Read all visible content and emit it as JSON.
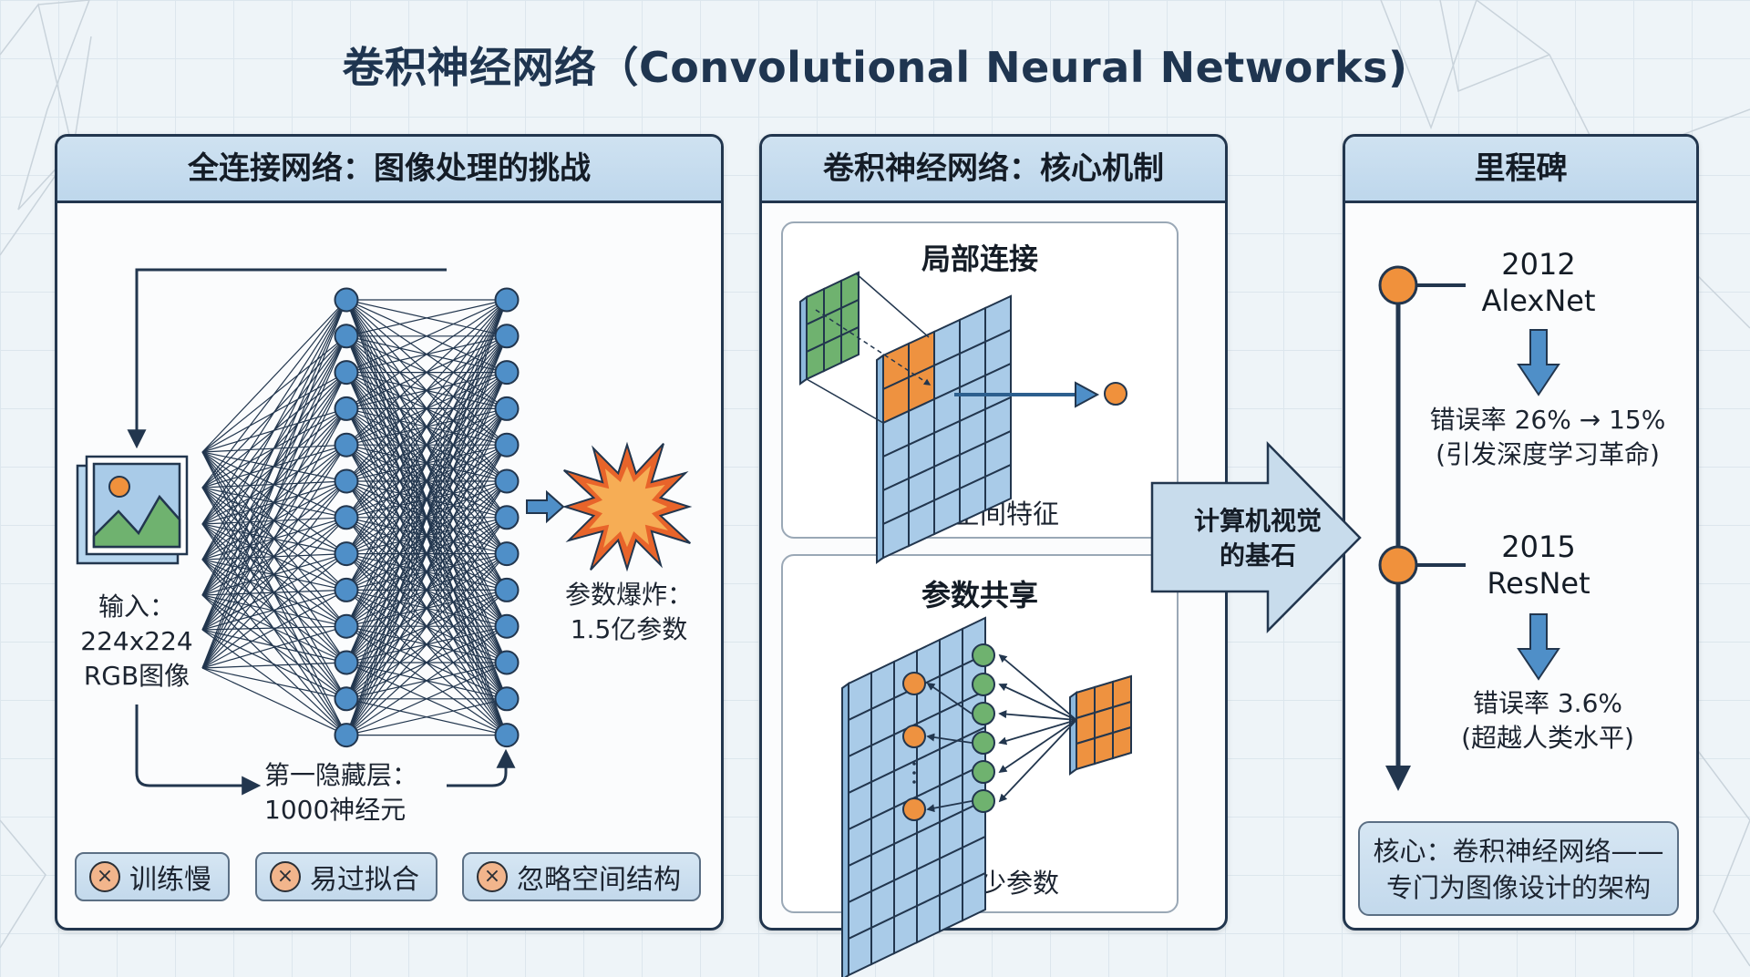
{
  "title": "卷积神经网络（Convolutional Neural Networks)",
  "colors": {
    "ink": "#22364e",
    "node_blue": "#4f8fc8",
    "cell_blue": "#a9cbe8",
    "cell_green": "#6fb26f",
    "cell_orange": "#ee9240",
    "marker_orange": "#f0913c",
    "header_bg": "#c7ddef"
  },
  "panels": {
    "fc": {
      "header": "全连接网络：图像处理的挑战",
      "input_label": [
        "输入：",
        "224x224",
        "RGB图像"
      ],
      "hidden_label": [
        "第一隐藏层：",
        "1000神经元"
      ],
      "explosion_label": [
        "参数爆炸：",
        "1.5亿参数"
      ],
      "icons": {
        "input": "image-icon",
        "explosion": "explosion-icon"
      },
      "problems": [
        {
          "icon": "x-circle-icon",
          "label": "训练慢"
        },
        {
          "icon": "x-circle-icon",
          "label": "易过拟合"
        },
        {
          "icon": "x-circle-icon",
          "label": "忽略空间结构"
        }
      ]
    },
    "cnn": {
      "header": "卷积神经网络：核心机制",
      "local": {
        "title": "局部连接",
        "caption": "捕捉空间特征"
      },
      "shared": {
        "title": "参数共享",
        "caption": "大幅减少参数"
      }
    },
    "bridge": {
      "lines": [
        "计算机视觉",
        "的基石"
      ]
    },
    "milestones": {
      "header": "里程碑",
      "items": [
        {
          "year": "2012",
          "name": "AlexNet",
          "desc": [
            "错误率 26% → 15%",
            "(引发深度学习革命)"
          ]
        },
        {
          "year": "2015",
          "name": "ResNet",
          "desc": [
            "错误率 3.6%",
            "(超越人类水平)"
          ]
        }
      ],
      "core": [
        "核心：卷积神经网络——",
        "专门为图像设计的架构"
      ]
    }
  }
}
